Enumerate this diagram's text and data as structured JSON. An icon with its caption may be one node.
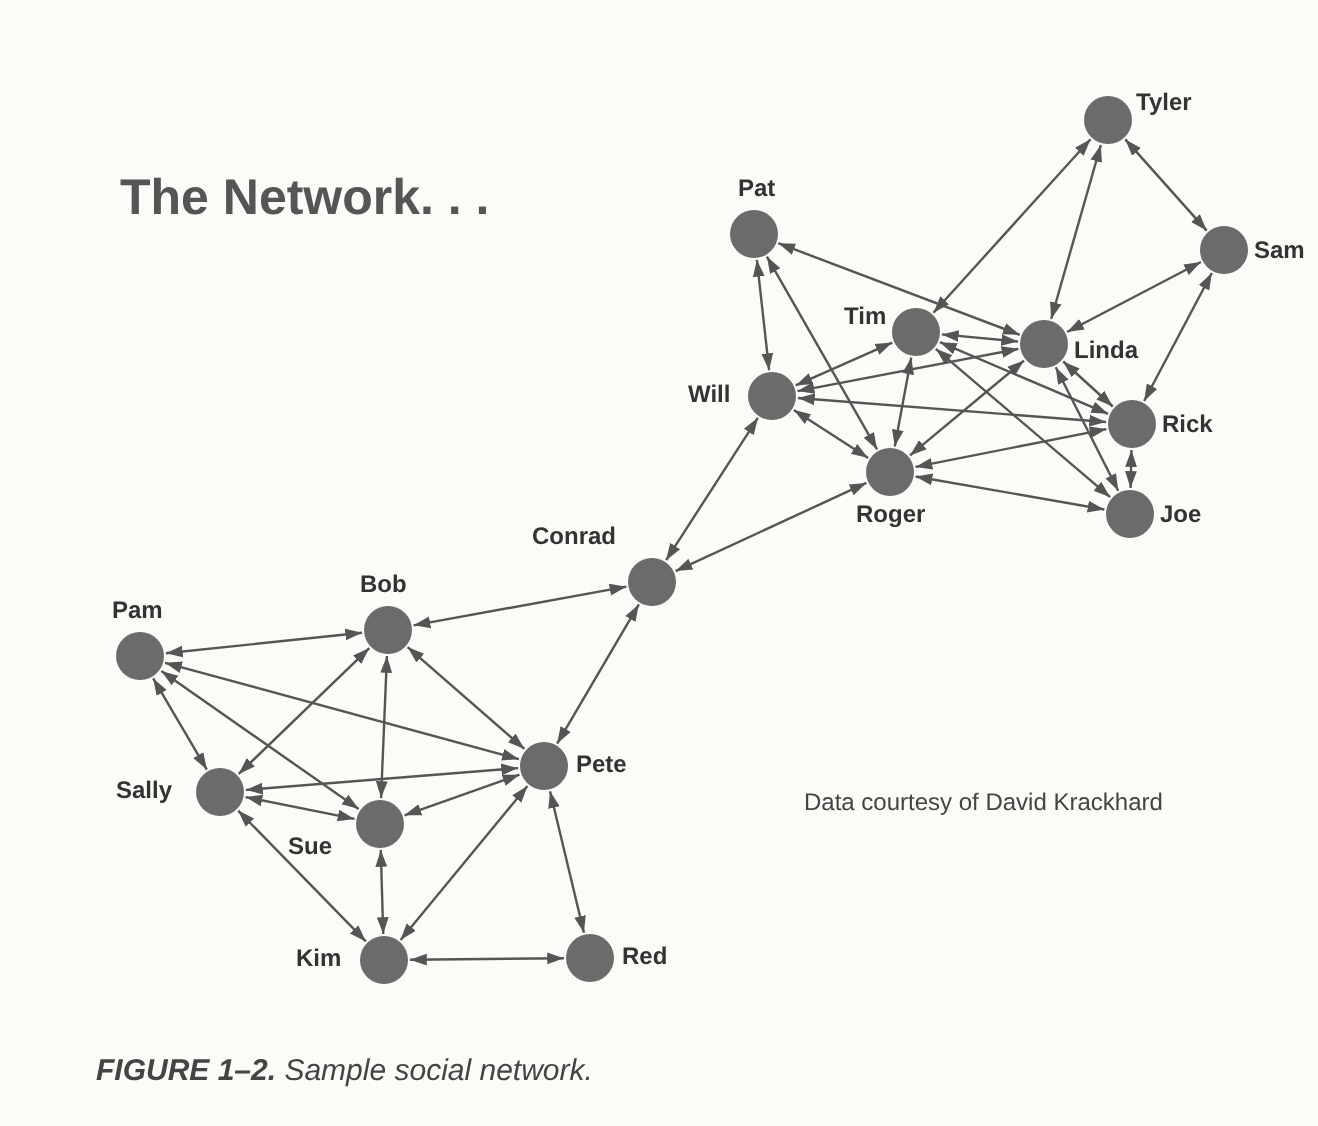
{
  "diagram": {
    "title": "The Network. . .",
    "caption": "**FIGURE 1–2.** Sample social network.",
    "nodes": [
      {
        "text": [
          "Pat"
        ]
      },
      {
        "text": [
          "Tim"
        ]
      },
      {
        "text": [
          "Linda"
        ]
      },
      {
        "text": [
          "Tyler"
        ]
      },
      {
        "text": [
          "Sam"
        ]
      },
      {
        "text": [
          "Will"
        ]
      },
      {
        "text": [
          "Rick"
        ]
      },
      {
        "text": [
          "Roger"
        ]
      },
      {
        "text": [
          "Joe"
        ]
      },
      {
        "text": [
          "Conrad"
        ]
      },
      {
        "text": [
          "Bob"
        ]
      },
      {
        "text": [
          "Pam"
        ]
      },
      {
        "text": [
          "Sally"
        ]
      },
      {
        "text": [
          "Sue"
        ]
      },
      {
        "text": [
          "Pete"
        ]
      },
      {
        "text": [
          "Kim"
        ]
      },
      {
        "text": [
          "Red"
        ]
      }
    ],
    "edges": [
      {
        "from": 0,
        "to": 5,
        "arrow": "both"
      },
      {
        "from": 0,
        "to": 7,
        "arrow": "both"
      },
      {
        "from": 0,
        "to": 2,
        "arrow": "both"
      },
      {
        "from": 1,
        "to": 3,
        "arrow": "both"
      },
      {
        "from": 1,
        "to": 2,
        "arrow": "both"
      },
      {
        "from": 1,
        "to": 5,
        "arrow": "both"
      },
      {
        "from": 1,
        "to": 7,
        "arrow": "both"
      },
      {
        "from": 1,
        "to": 6,
        "arrow": "both"
      },
      {
        "from": 1,
        "to": 8,
        "arrow": "both"
      },
      {
        "from": 3,
        "to": 2,
        "arrow": "both"
      },
      {
        "from": 3,
        "to": 4,
        "arrow": "both"
      },
      {
        "from": 4,
        "to": 2,
        "arrow": "both"
      },
      {
        "from": 4,
        "to": 6,
        "arrow": "both"
      },
      {
        "from": 2,
        "to": 5,
        "arrow": "both"
      },
      {
        "from": 2,
        "to": 7,
        "arrow": "both"
      },
      {
        "from": 2,
        "to": 6,
        "arrow": "both"
      },
      {
        "from": 2,
        "to": 8,
        "arrow": "both"
      },
      {
        "from": 6,
        "to": 5,
        "arrow": "both"
      },
      {
        "from": 6,
        "to": 7,
        "arrow": "both"
      },
      {
        "from": 6,
        "to": 8,
        "arrow": "both"
      },
      {
        "from": 5,
        "to": 7,
        "arrow": "both"
      },
      {
        "from": 7,
        "to": 8,
        "arrow": "both"
      },
      {
        "from": 9,
        "to": 5,
        "arrow": "both"
      },
      {
        "from": 9,
        "to": 7,
        "arrow": "both"
      },
      {
        "from": 10,
        "to": 9,
        "arrow": "both"
      },
      {
        "from": 14,
        "to": 9,
        "arrow": "both"
      },
      {
        "from": 11,
        "to": 10,
        "arrow": "both"
      },
      {
        "from": 11,
        "to": 12,
        "arrow": "both"
      },
      {
        "from": 11,
        "to": 13,
        "arrow": "both"
      },
      {
        "from": 11,
        "to": 14,
        "arrow": "both"
      },
      {
        "from": 10,
        "to": 12,
        "arrow": "both"
      },
      {
        "from": 10,
        "to": 13,
        "arrow": "both"
      },
      {
        "from": 10,
        "to": 14,
        "arrow": "both"
      },
      {
        "from": 14,
        "to": 12,
        "arrow": "both"
      },
      {
        "from": 13,
        "to": 12,
        "arrow": "both"
      },
      {
        "from": 12,
        "to": 15,
        "arrow": "both"
      },
      {
        "from": 14,
        "to": 13,
        "arrow": "both"
      },
      {
        "from": 13,
        "to": 15,
        "arrow": "both"
      },
      {
        "from": 15,
        "to": 14,
        "arrow": "both"
      },
      {
        "from": 15,
        "to": 16,
        "arrow": "both"
      },
      {
        "from": 14,
        "to": 16,
        "arrow": "both"
      }
    ],
    "labels": [
      "Data courtesy of David Krackhard"
    ]
  }
}
